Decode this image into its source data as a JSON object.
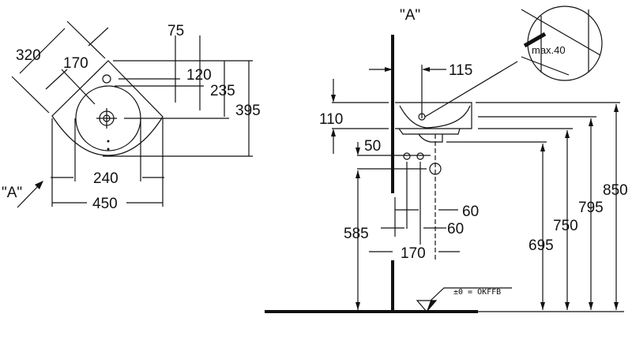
{
  "top_view": {
    "view_marker": "\"A\"",
    "dims": {
      "d320": "320",
      "d170": "170",
      "d75": "75",
      "d120": "120",
      "d235": "235",
      "d395": "395",
      "d240": "240",
      "d450": "450"
    }
  },
  "side_view": {
    "view_marker": "\"A\"",
    "detail_label": "max.40",
    "floor_label": "±0 = OKFFB",
    "dims": {
      "d115": "115",
      "d110": "110",
      "d50": "50",
      "d60a": "60",
      "d60b": "60",
      "d585": "585",
      "d170": "170",
      "d695": "695",
      "d750": "750",
      "d795": "795",
      "d850": "850"
    }
  }
}
